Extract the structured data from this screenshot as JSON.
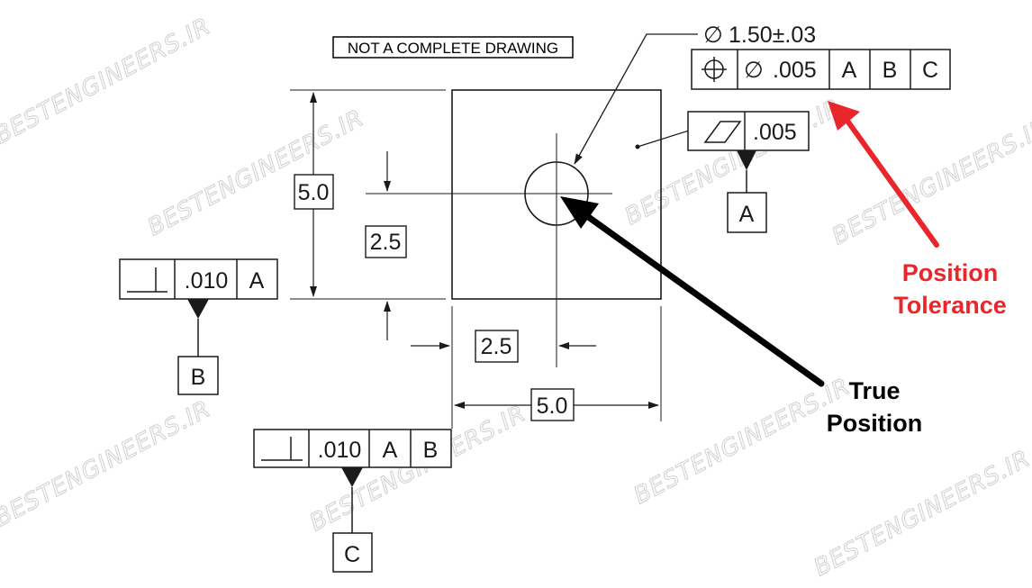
{
  "note": "NOT A COMPLETE DRAWING",
  "watermark": "BESTENGINEERS.IR",
  "hole_callout": {
    "diameter_symbol": "∅",
    "size": "1.50±.03"
  },
  "position_fcf": {
    "symbol_icon": "position-icon",
    "diameter_symbol": "∅",
    "tolerance": ".005",
    "datums": [
      "A",
      "B",
      "C"
    ]
  },
  "flatness_fcf": {
    "symbol_icon": "flatness-icon",
    "tolerance": ".005",
    "datum_label": "A"
  },
  "perpendicularity_fcf_b": {
    "symbol_icon": "perpendicularity-icon",
    "tolerance": ".010",
    "datums": [
      "A"
    ],
    "datum_label": "B"
  },
  "perpendicularity_fcf_c": {
    "symbol_icon": "perpendicularity-icon",
    "tolerance": ".010",
    "datums": [
      "A",
      "B"
    ],
    "datum_label": "C"
  },
  "dimensions": {
    "height": "5.0",
    "width": "5.0",
    "hole_from_bottom": "2.5",
    "hole_from_left": "2.5"
  },
  "annotations": {
    "position_tolerance": [
      "Position",
      "Tolerance"
    ],
    "true_position": [
      "True",
      "Position"
    ]
  },
  "colors": {
    "annotation_red": "#e8262b",
    "line": "#1a1a1a",
    "arrow_black": "#000000"
  }
}
